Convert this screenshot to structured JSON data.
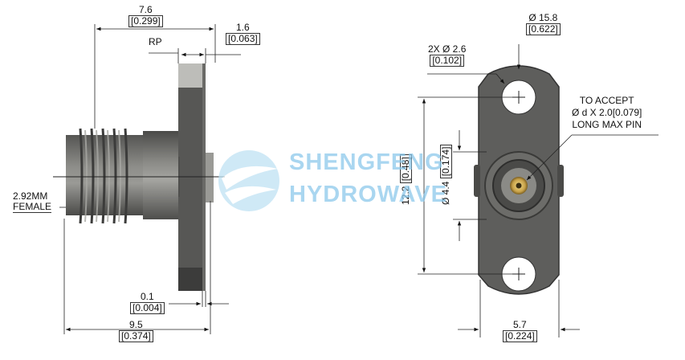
{
  "side_view": {
    "dim_overall_top": {
      "value": "7.6",
      "inch": "[0.299]"
    },
    "dim_flange": {
      "value": "1.6",
      "inch": "[0.063]"
    },
    "label_rp": "RP",
    "label_connector": [
      "2.92MM",
      "FEMALE"
    ],
    "dim_gap": {
      "value": "0.1",
      "inch": "[0.004]"
    },
    "dim_overall_bottom": {
      "value": "9.5",
      "inch": "[0.374]"
    }
  },
  "front_view": {
    "dim_flange_length": {
      "value": "Ø 15.8",
      "inch": "[0.622]"
    },
    "dim_holes": {
      "value": "2X  Ø 2.6",
      "inch": "[0.102]"
    },
    "note_pin": [
      "TO ACCEPT",
      "Ø d X 2.0[0.079]",
      "LONG MAX PIN"
    ],
    "dim_height": {
      "value": "12.2",
      "inch": "[0.48]"
    },
    "dim_body": {
      "value": "Ø 4.4",
      "inch": "[0.174]"
    },
    "dim_width": {
      "value": "5.7",
      "inch": "[0.224]"
    }
  },
  "watermark": {
    "line1": "SHENGFENG",
    "line2": "HYDROWAVE",
    "color": "#8cc8eb"
  },
  "colors": {
    "body_dark": "#5a5a58",
    "body_mid": "#6f6f6c",
    "thread": "#7d7d7a",
    "pin": "#c8a24a"
  }
}
